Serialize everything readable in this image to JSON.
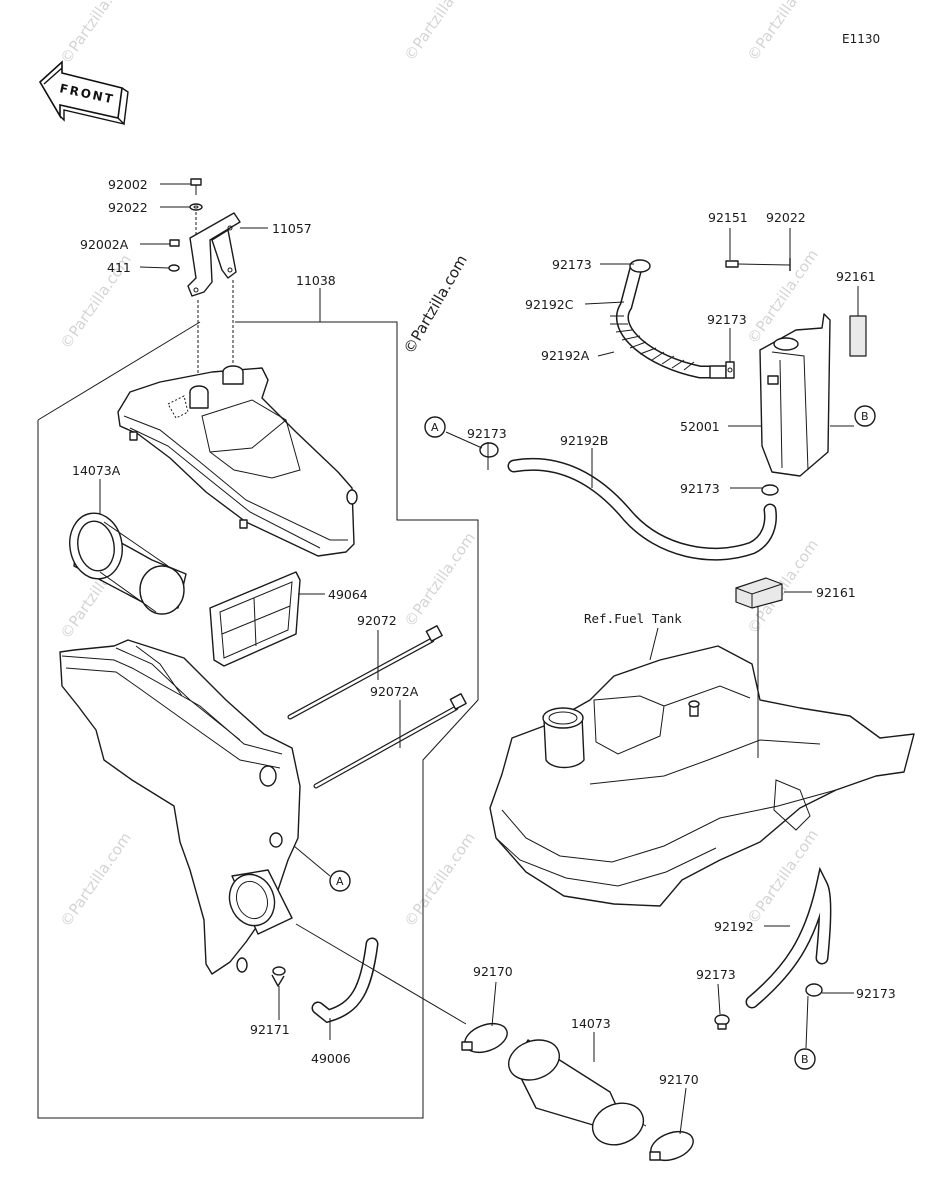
{
  "diagram_code": "E1130",
  "front_label": "FRONT",
  "watermark": "©Partzilla.com",
  "reference_label": "Ref.Fuel Tank",
  "callouts": {
    "a": "A",
    "b": "B"
  },
  "parts": [
    {
      "id": "p92002",
      "label": "92002"
    },
    {
      "id": "p92022a",
      "label": "92022"
    },
    {
      "id": "p92002A",
      "label": "92002A"
    },
    {
      "id": "p411",
      "label": "411"
    },
    {
      "id": "p11057",
      "label": "11057"
    },
    {
      "id": "p11038",
      "label": "11038"
    },
    {
      "id": "p14073A",
      "label": "14073A"
    },
    {
      "id": "p49064",
      "label": "49064"
    },
    {
      "id": "p92072",
      "label": "92072"
    },
    {
      "id": "p92072A",
      "label": "92072A"
    },
    {
      "id": "p92171",
      "label": "92171"
    },
    {
      "id": "p49006",
      "label": "49006"
    },
    {
      "id": "p92170a",
      "label": "92170"
    },
    {
      "id": "p14073",
      "label": "14073"
    },
    {
      "id": "p92170b",
      "label": "92170"
    },
    {
      "id": "p92151",
      "label": "92151"
    },
    {
      "id": "p92022b",
      "label": "92022"
    },
    {
      "id": "p92161a",
      "label": "92161"
    },
    {
      "id": "p92173a",
      "label": "92173"
    },
    {
      "id": "p92192C",
      "label": "92192C"
    },
    {
      "id": "p92173b",
      "label": "92173"
    },
    {
      "id": "p92192A",
      "label": "92192A"
    },
    {
      "id": "p92173c",
      "label": "92173"
    },
    {
      "id": "p92192B",
      "label": "92192B"
    },
    {
      "id": "p52001",
      "label": "52001"
    },
    {
      "id": "p92173d",
      "label": "92173"
    },
    {
      "id": "p92161b",
      "label": "92161"
    },
    {
      "id": "p92192",
      "label": "92192"
    },
    {
      "id": "p92173e",
      "label": "92173"
    },
    {
      "id": "p92173f",
      "label": "92173"
    }
  ]
}
